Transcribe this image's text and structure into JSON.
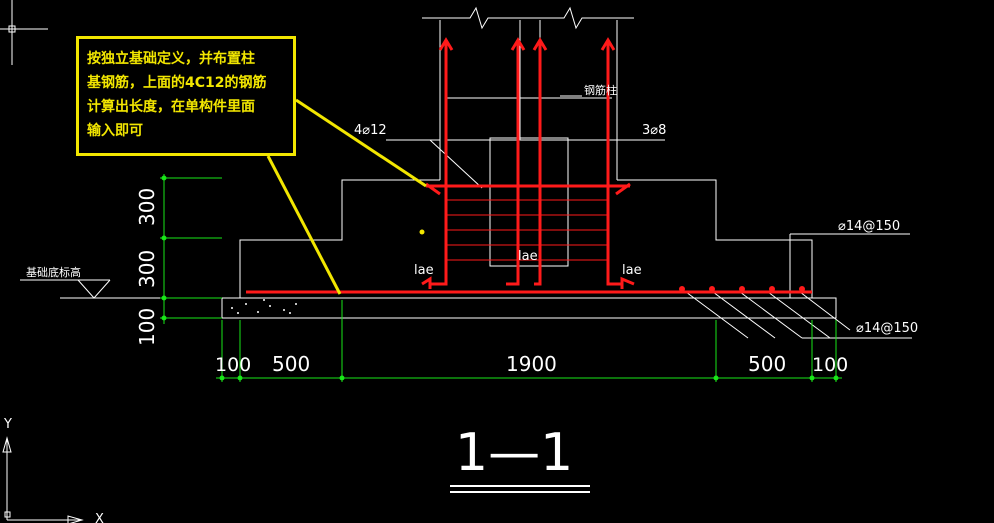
{
  "note": {
    "lines": [
      "按独立基础定义，并布置柱",
      "基钢筋，上面的4C12的钢筋",
      "计算出长度，在单构件里面",
      "输入即可"
    ]
  },
  "labels": {
    "column_rebar": "钢筋柱",
    "rebar_4c12": "4⌀12",
    "rebar_3c8": "3⌀8",
    "rebar_top": "⌀14@150",
    "rebar_bottom": "⌀14@150",
    "lae_left": "lae",
    "lae_mid": "lae",
    "lae_right": "lae",
    "base_elevation": "基础底标高",
    "section_title": "1—1",
    "axis_x": "X",
    "axis_y": "Y"
  },
  "dims": {
    "horizontal": [
      "100",
      "500",
      "1900",
      "500",
      "100"
    ],
    "vertical": [
      "300",
      "300",
      "100"
    ]
  },
  "colors": {
    "background": "#000000",
    "lines": "#ffffff",
    "rebar": "#ff1a1a",
    "dims": "#19e619",
    "note": "#f2e600"
  }
}
